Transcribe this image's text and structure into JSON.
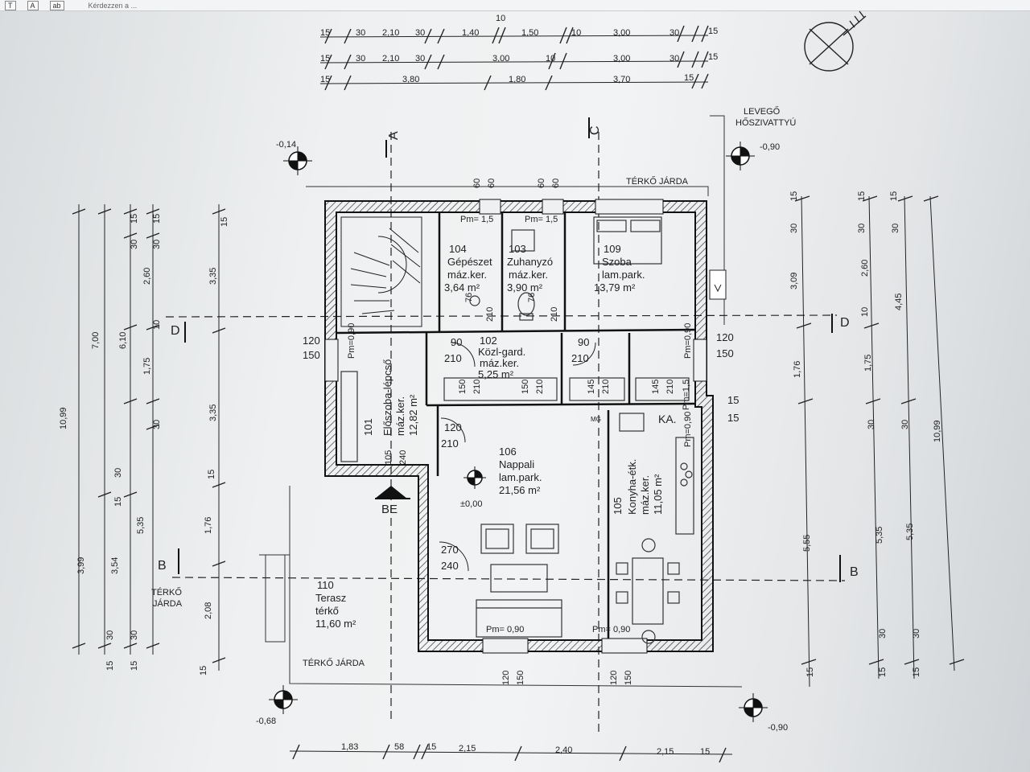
{
  "toolbar": {
    "btn1": "T",
    "btn2": "A",
    "btn3": "ab",
    "title": "Kérdezzen a ..."
  },
  "top_dims": {
    "row0": [
      "15",
      "30",
      "2,10",
      "30",
      "1,40",
      "1,50",
      "10",
      "3,00",
      "30",
      "15"
    ],
    "row0_extra": "10",
    "row1": [
      "15",
      "30",
      "2,10",
      "30",
      "3,00",
      "10",
      "3,00",
      "30",
      "15"
    ],
    "row2": [
      "15",
      "3,80",
      "1,80",
      "3,70",
      "15"
    ]
  },
  "bottom_dims": [
    "1,83",
    "58",
    "15",
    "2,15",
    "2,40",
    "2,15",
    "15"
  ],
  "left_dims": {
    "outer1": "10,99",
    "outer2": "7,00",
    "outer3": "6,10",
    "outer4": "2,60",
    "outer5": "1,75",
    "h1": "3,35",
    "h2": "3,35",
    "h3": "1,76",
    "h4": "2,08",
    "h5": "3,99",
    "h6": "3,54",
    "h7": "5,35",
    "d15": "15",
    "d30": "30",
    "d10": "10"
  },
  "right_dims": {
    "a": "3,09",
    "b": "1,76",
    "c": "5,55",
    "d": "2,60",
    "e": "1,75",
    "f": "5,35",
    "g": "4,45",
    "h": "5,35",
    "i": "10,99",
    "d15": "15",
    "d30": "30",
    "d10": "10"
  },
  "levels": {
    "nw": "-0,14",
    "ne": "-0,90",
    "sw": "-0,68",
    "se": "-0,90",
    "center": "±0,00"
  },
  "sections": {
    "a": "A",
    "b": "B",
    "c": "C",
    "d": "D"
  },
  "labels": {
    "terko_top": "TÉRKŐ JÁRDA",
    "terko_bottom": "TÉRKŐ JÁRDA",
    "terko_left1": "TÉRKŐ",
    "terko_left2": "JÁRDA",
    "levego1": "LEVEGŐ",
    "levego2": "HŐSZIVATTYÚ",
    "entrance": "BE",
    "ka": "KA.",
    "mg": "MG",
    "pm1": "Pm= 1,5",
    "pm2": "Pm= 1,5",
    "pm3": "Pm=0,90",
    "pm4": "Pm=0,90",
    "pm5": "Pm=0,90",
    "pm6": "Pm= 0,90",
    "pm7": "Pm= 0,90",
    "pm8": "Pm=1,5"
  },
  "rooms": [
    {
      "num": "104",
      "name": "Gépészet",
      "floor": "máz.ker.",
      "area": "3,64 m²"
    },
    {
      "num": "103",
      "name": "Zuhanyzó",
      "floor": "máz.ker.",
      "area": "3,90 m²"
    },
    {
      "num": "109",
      "name": "Szoba",
      "floor": "lam.park.",
      "area": "13,79 m²"
    },
    {
      "num": "102",
      "name": "Közl-gard.",
      "floor": "máz.ker.",
      "area": "5,25 m²"
    },
    {
      "num": "101",
      "name": "Előszoba-lépcső",
      "floor": "máz.ker.",
      "area": "12,82 m²"
    },
    {
      "num": "106",
      "name": "Nappali",
      "floor": "lam.park.",
      "area": "21,56 m²"
    },
    {
      "num": "105",
      "name": "Konyha-étk.",
      "floor": "máz.ker.",
      "area": "11,05 m²"
    },
    {
      "num": "110",
      "name": "Terasz",
      "floor": "térkő",
      "area": "11,60 m²"
    }
  ],
  "openings": {
    "w60a": "60",
    "w60b": "60",
    "w60c": "60",
    "w60d": "60",
    "d90a": "90",
    "d210a": "210",
    "d90b": "90",
    "d210b": "210",
    "o120l": "120",
    "o150l": "150",
    "o120r": "120",
    "o150r": "150",
    "o150a": "150",
    "o210a": "210",
    "o150b": "150",
    "o210b": "210",
    "o145a": "145",
    "o210c": "210",
    "o145b": "145",
    "o210d": "210",
    "o120c": "120",
    "o210e": "210",
    "o105": "105",
    "o240": "240",
    "o270": "270",
    "o240b": "240",
    "o120d": "120",
    "o150d": "150",
    "o120e": "120",
    "o150e": "150",
    "o76a": "76",
    "o210f": "210",
    "o76b": "76",
    "o210g": "210",
    "o15a": "15",
    "o15b": "15"
  }
}
